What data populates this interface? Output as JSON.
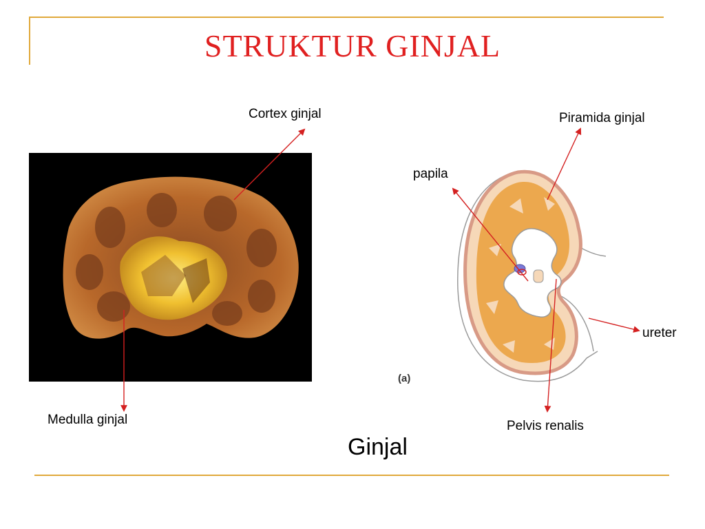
{
  "title": "STRUKTUR GINJAL",
  "labels": {
    "cortex": "Cortex ginjal",
    "medulla": "Medulla ginjal",
    "piramida": "Piramida ginjal",
    "papila": "papila",
    "ureter": "ureter",
    "pelvis": "Pelvis renalis"
  },
  "figure_tag": "(a)",
  "caption": "Ginjal",
  "colors": {
    "title": "#e02020",
    "rule": "#e0a83a",
    "pointer": "#d42020",
    "kidney_photo": "#b8682a",
    "kidney_diagram": "#eca84e"
  }
}
